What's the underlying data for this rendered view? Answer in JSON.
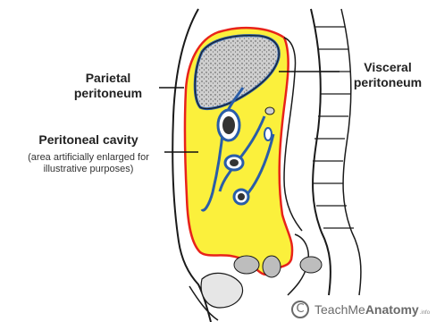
{
  "labels": {
    "parietal_line1": "Parietal",
    "parietal_line2": "peritoneum",
    "visceral_line1": "Visceral",
    "visceral_line2": "peritoneum",
    "cavity_title": "Peritoneal cavity",
    "cavity_note_line1": "(area artificially enlarged for",
    "cavity_note_line2": "illustrative purposes)"
  },
  "watermark": {
    "symbol": "C",
    "brand_regular": "TeachMe",
    "brand_bold": "Anatomy",
    "suffix": ".info"
  },
  "colors": {
    "cavity_fill": "#fbf03c",
    "parietal_line": "#e8231a",
    "visceral_line": "#2a5da8",
    "outline": "#1a1a1a",
    "watermark": "#6a6a6a"
  }
}
